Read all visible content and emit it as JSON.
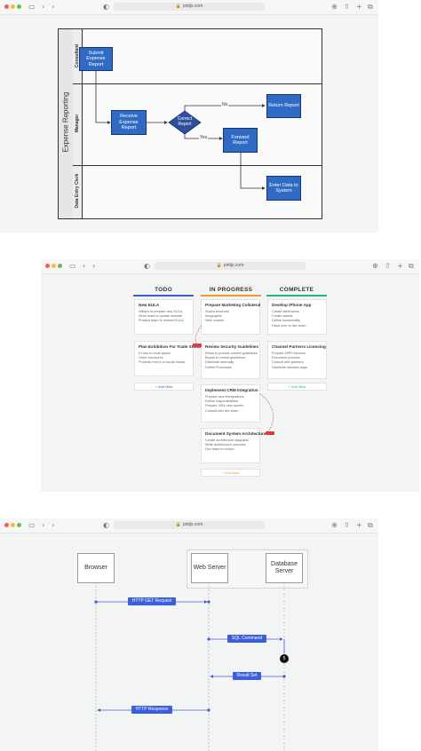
{
  "browser": {
    "url": "pintjs.com",
    "accent_blue": "#2f6ac4"
  },
  "swimlane": {
    "title": "Expense Reporting",
    "lanes": [
      "Consultant",
      "Manager",
      "Data Entry Clerk"
    ],
    "nodes": {
      "submit": "Submit Expense Report",
      "receive": "Receive Expense Report",
      "decision": "Correct Report",
      "return": "Return Report",
      "forward": "Forward Report",
      "enter": "Enter Data to System"
    },
    "edges": {
      "no": "No",
      "yes": "Yes"
    }
  },
  "kanban": {
    "columns": [
      {
        "title": "TODO",
        "color": "#3b5bd6",
        "add": "+ Add New"
      },
      {
        "title": "IN PROGRESS",
        "color": "#f39a2a",
        "add": "+ Add New"
      },
      {
        "title": "COMPLETE",
        "color": "#29b47a",
        "add": "+ Add New"
      }
    ],
    "cards": {
      "new_eula": {
        "title": "New EULA",
        "items": [
          "Willack to prepare new EULA",
          "Work team to update website",
          "Product team to embed EULA"
        ]
      },
      "plan_exhibition": {
        "title": "Plan Exhibition For Trade Show",
        "items": [
          "EYuna to book space",
          "Order brochures",
          "Promote event on social media"
        ]
      },
      "marketing_collateral": {
        "title": "Prepare Marketing Collateral",
        "items": [
          "Solaru brochure",
          "Infographic",
          "Web content"
        ]
      },
      "security_guidelines": {
        "title": "Review Security Guidelines",
        "items": [
          "Ethan to provide current guidelines",
          "Bryant to review guidelines",
          "Distribute internally",
          "Define Processes"
        ]
      },
      "crm_integration": {
        "title": "Implement CRM Integration",
        "items": [
          "Prepare new intergrations",
          "Define responsibilities",
          "Prepare JIRA user stories",
          "Consult with dev team"
        ]
      },
      "system_architecture": {
        "title": "Document System Architecture",
        "items": [
          "Create architecture diagrams",
          "Write architecture overview",
          "Dev team to review"
        ]
      },
      "iphone_app": {
        "title": "Develop iPhone App",
        "items": [
          "Create wireframes",
          "Create assets",
          "Define functionality",
          "Hand over to dev team"
        ]
      },
      "partners_licensing": {
        "title": "Channel Partners Licensing",
        "items": [
          "Prepare MPR licenses",
          "Document process",
          "Consult with partners",
          "Distribute licenses days"
        ]
      }
    }
  },
  "sequence": {
    "actors": {
      "browser": "Browser",
      "web": "Web Server",
      "db": "Database Server"
    },
    "messages": {
      "http_get": "HTTP GET Request",
      "sql": "SQL Command",
      "result": "Result Set",
      "http_resp": "HTTP Response"
    },
    "activation_badge": "5",
    "line_color": "#3d5fd9"
  }
}
